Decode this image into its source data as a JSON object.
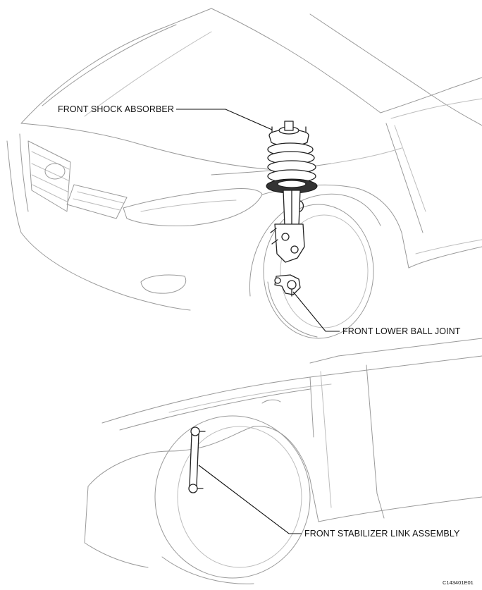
{
  "callouts": {
    "shock": "FRONT SHOCK ABSORBER",
    "ball_joint": "FRONT LOWER BALL JOINT",
    "stabilizer": "FRONT STABILIZER LINK ASSEMBLY"
  },
  "figure_code": "C143401E01"
}
